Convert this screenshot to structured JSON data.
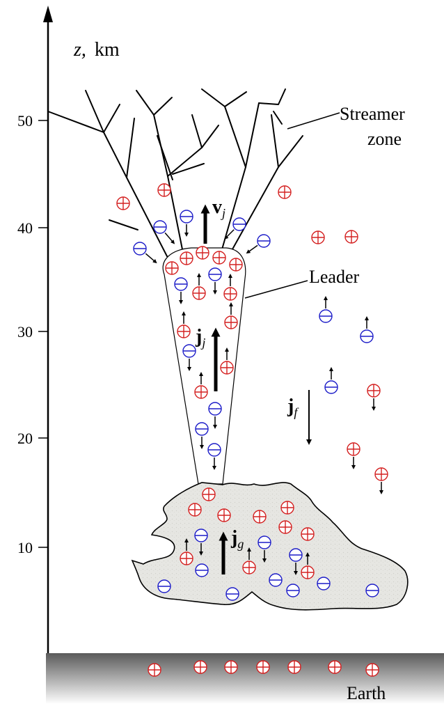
{
  "axis": {
    "label_var": "z,",
    "label_unit": "km",
    "ticks": [
      "50",
      "40",
      "30",
      "20",
      "10"
    ]
  },
  "labels": {
    "streamer_line1": "Streamer",
    "streamer_line2": "zone",
    "leader": "Leader",
    "earth": "Earth"
  },
  "vectors": {
    "velocity": {
      "symbol": "v",
      "subscript": "j"
    },
    "leader_current": {
      "symbol": "j",
      "subscript": "j"
    },
    "field_current": {
      "symbol": "j",
      "subscript": "f"
    },
    "cloud_current": {
      "symbol": "j",
      "subscript": "g"
    }
  },
  "colors": {
    "positive_charge": "#d42020",
    "negative_charge": "#1c1cc8",
    "cloud_fill": "#e6e6e2",
    "ground_top": "#5a5a5a",
    "ground_bottom": "#ffffff"
  },
  "icons": {
    "positive": "circled-plus",
    "negative": "circled-minus"
  }
}
